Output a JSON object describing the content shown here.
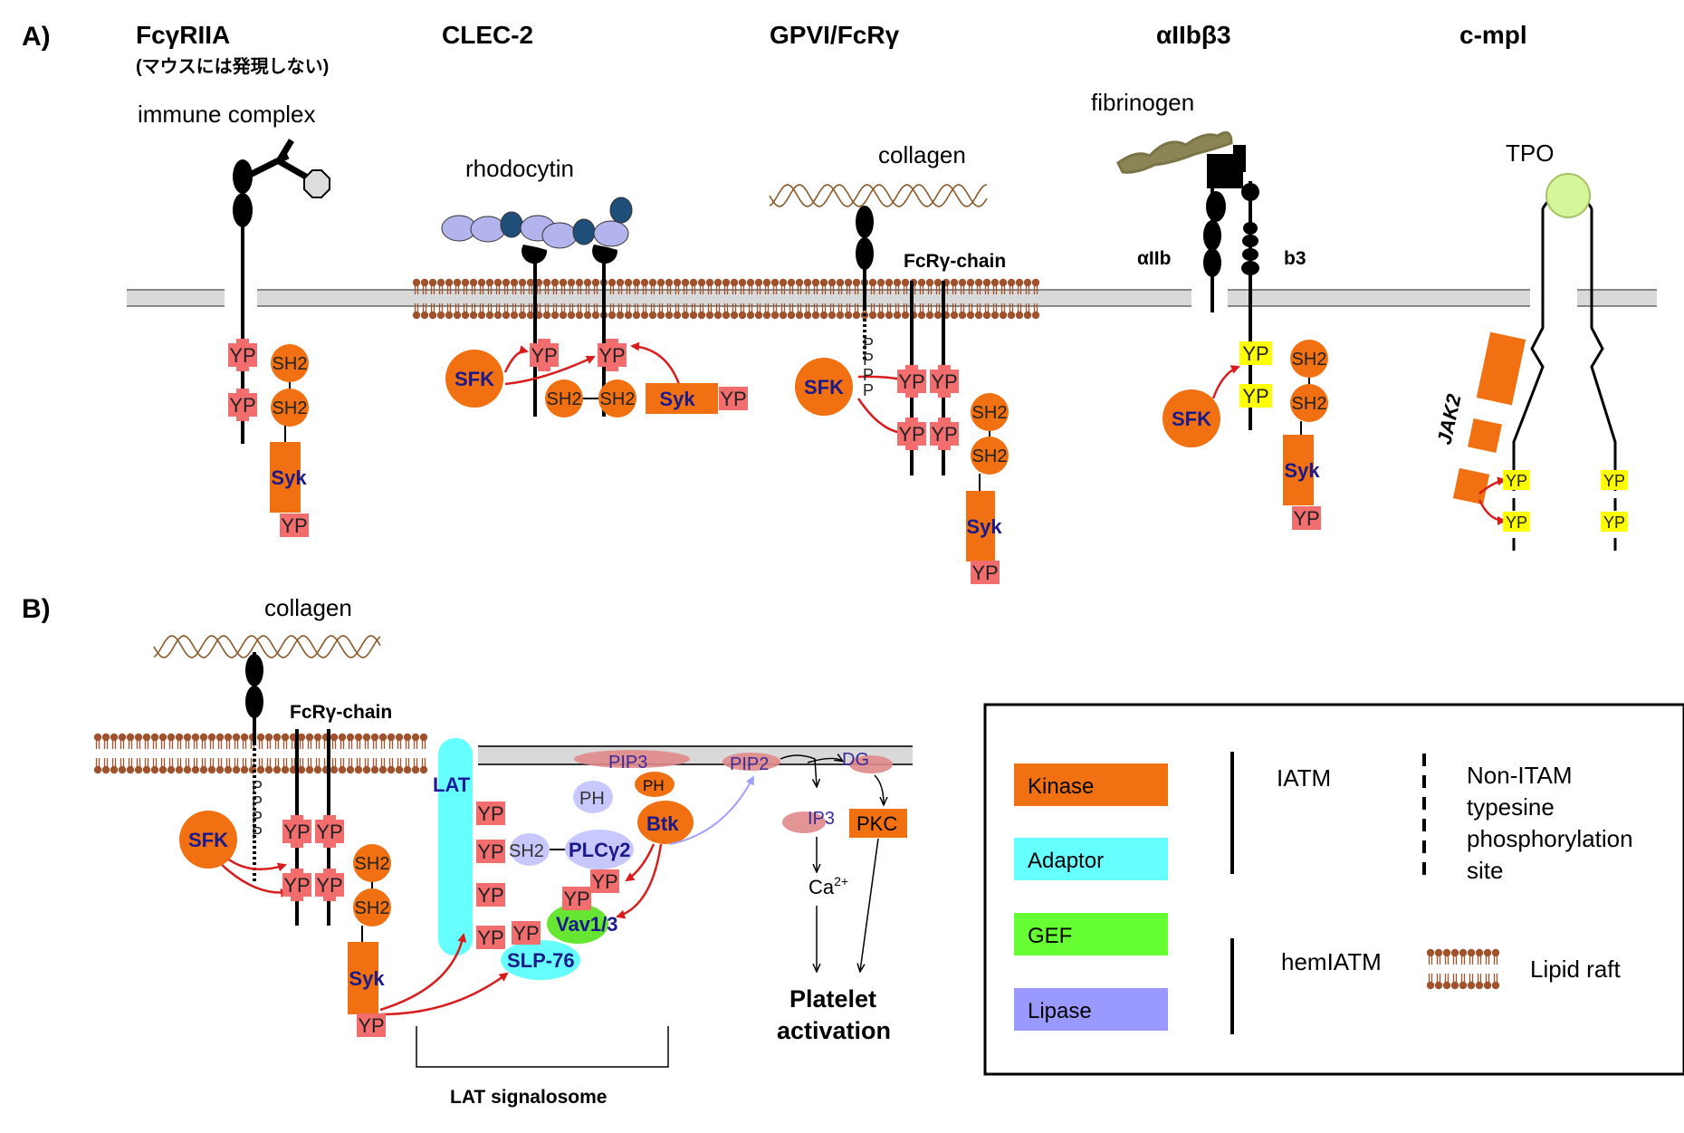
{
  "panel_a": {
    "letter": "A)",
    "receptors": {
      "fcgriia": {
        "title": "FcγRIIA",
        "note": "(マウスには発現しない)",
        "ligand": "immune complex"
      },
      "clec2": {
        "title": "CLEC-2",
        "ligand": "rhodocytin"
      },
      "gpvi": {
        "title": "GPVI/FcRγ",
        "ligand": "collagen",
        "chain": "FcRγ-chain"
      },
      "aiib3": {
        "title": "αIIbβ3",
        "ligand": "fibrinogen",
        "left_chain": "αIIb",
        "right_chain": "b3"
      },
      "cmpl": {
        "title": "c-mpl",
        "ligand": "TPO",
        "jak": "JAK2"
      }
    }
  },
  "panel_b": {
    "letter": "B)",
    "ligand": "collagen",
    "chain": "FcRγ-chain",
    "lat": "LAT",
    "lat_signalosome": "LAT signalosome",
    "pip3": "PIP3",
    "pip2": "PIP2",
    "dg": "DG",
    "ip3": "IP3",
    "pkc": "PKC",
    "ca": "Ca",
    "ca_sup": "2+",
    "ph": "PH",
    "btk": "Btk",
    "plc": "PLCγ2",
    "vav": "Vav1/3",
    "slp": "SLP-76",
    "activation_line1": "Platelet",
    "activation_line2": "activation"
  },
  "common": {
    "yp": "YP",
    "sh2": "SH2",
    "syk": "Syk",
    "sfk": "SFK",
    "p": "P"
  },
  "legend": {
    "kinase": "Kinase",
    "adaptor": "Adaptor",
    "gef": "GEF",
    "lipase": "Lipase",
    "itam": "IATM",
    "hemitam": "hemIATM",
    "non_itam_line1": "Non-ITAM",
    "non_itam_line2": "typesine",
    "non_itam_line3": "phosphorylation",
    "non_itam_line4": "site",
    "lipid_raft": "Lipid raft",
    "colors": {
      "kinase": "#f07012",
      "adaptor": "#66ffff",
      "gef": "#66ff33",
      "lipase": "#9999ff",
      "yp_itam": "#f26d6d",
      "yp_non_itam": "#ffff00",
      "lipid": "#a0522d",
      "membrane": "#d9d9d9"
    }
  }
}
